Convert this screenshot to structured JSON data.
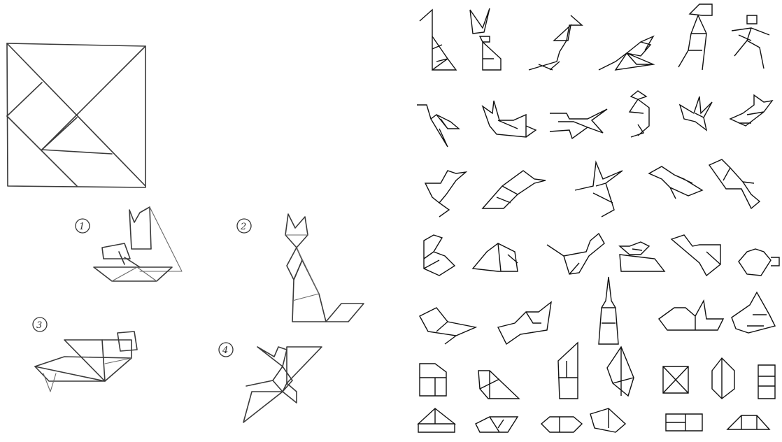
{
  "left_sheet": {
    "labels": [
      "1",
      "2",
      "3",
      "4"
    ]
  },
  "right_sheet": {}
}
